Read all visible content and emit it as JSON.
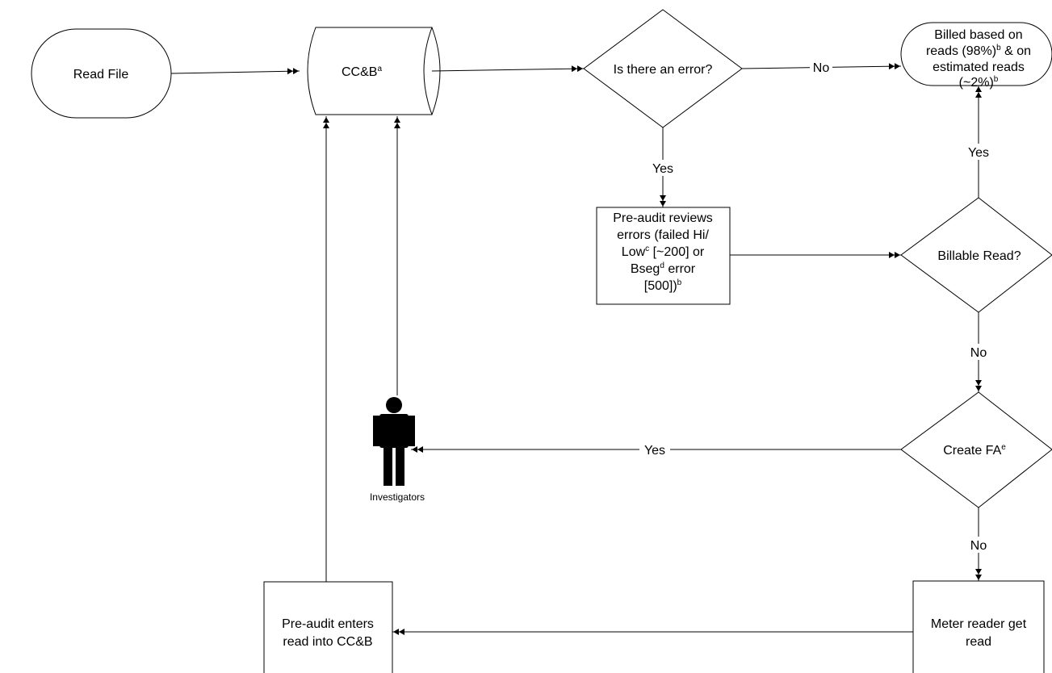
{
  "nodes": {
    "read_file": {
      "label": "Read File"
    },
    "ccb": {
      "label": "CC&B",
      "sup": "a"
    },
    "is_error": {
      "label": "Is there an error?"
    },
    "billed": {
      "line1": "Billed based on",
      "line2_pre": "reads (98%)",
      "line2_sup": "b",
      "line2_post": " & on",
      "line3": "estimated reads",
      "line4_pre": "(~2%)",
      "line4_sup": "b"
    },
    "pre_audit_reviews": {
      "line1": "Pre-audit reviews",
      "line2": "errors (failed Hi/",
      "line3_pre": "Low",
      "line3_sup": "c",
      "line3_post": " [~200] or",
      "line4_pre": "Bseg",
      "line4_sup": "d",
      "line4_post": " error",
      "line5_pre": "[500])",
      "line5_sup": "b"
    },
    "billable_read": {
      "label": "Billable Read?"
    },
    "create_fa": {
      "label": "Create FA",
      "sup": "e"
    },
    "investigators": {
      "label": "Investigators"
    },
    "meter_reader": {
      "line1": "Meter reader get",
      "line2": "read"
    },
    "pre_audit_enters": {
      "line1": "Pre-audit enters",
      "line2": "read into CC&B"
    }
  },
  "edges": {
    "error_no": "No",
    "error_yes": "Yes",
    "billable_yes": "Yes",
    "billable_no": "No",
    "fa_yes": "Yes",
    "fa_no": "No"
  },
  "colors": {
    "stroke": "#000000",
    "fill": "#ffffff",
    "person": "#000000"
  }
}
